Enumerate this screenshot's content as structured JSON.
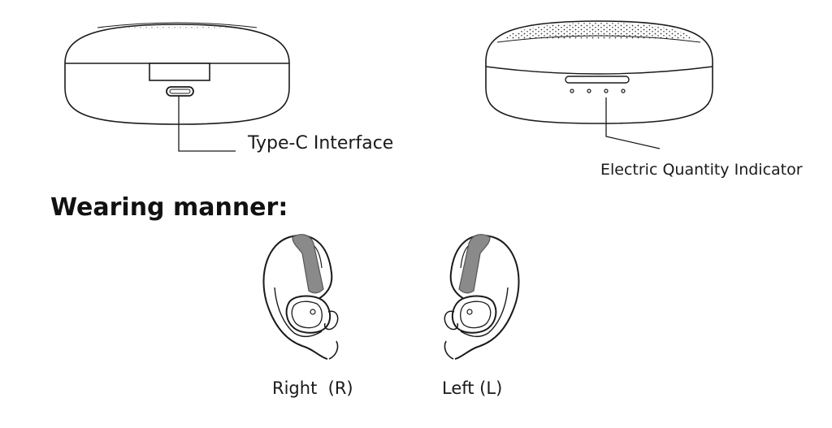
{
  "labels": {
    "type_c": "Type-C Interface",
    "indicator": "Electric Quantity Indicator"
  },
  "heading": "Wearing manner:",
  "ears": {
    "right": "Right  (R)",
    "left": "Left (L)"
  },
  "colors": {
    "line": "#1a1a1a",
    "ear_hook": "#8a8a8a"
  }
}
